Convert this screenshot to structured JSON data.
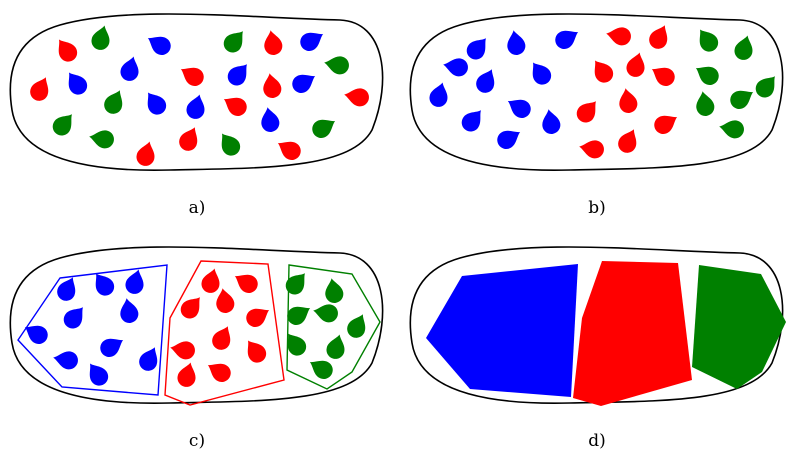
{
  "colors": {
    "red": "#ff0000",
    "blue": "#0000ff",
    "green": "#008000",
    "outline": "#000000"
  },
  "panels": [
    {
      "id": "a",
      "label": "a)",
      "content": "mixed-drops"
    },
    {
      "id": "b",
      "label": "b)",
      "content": "grouped-drops"
    },
    {
      "id": "c",
      "label": "c)",
      "content": "outlined-groups"
    },
    {
      "id": "d",
      "label": "d)",
      "content": "filled-regions"
    }
  ]
}
